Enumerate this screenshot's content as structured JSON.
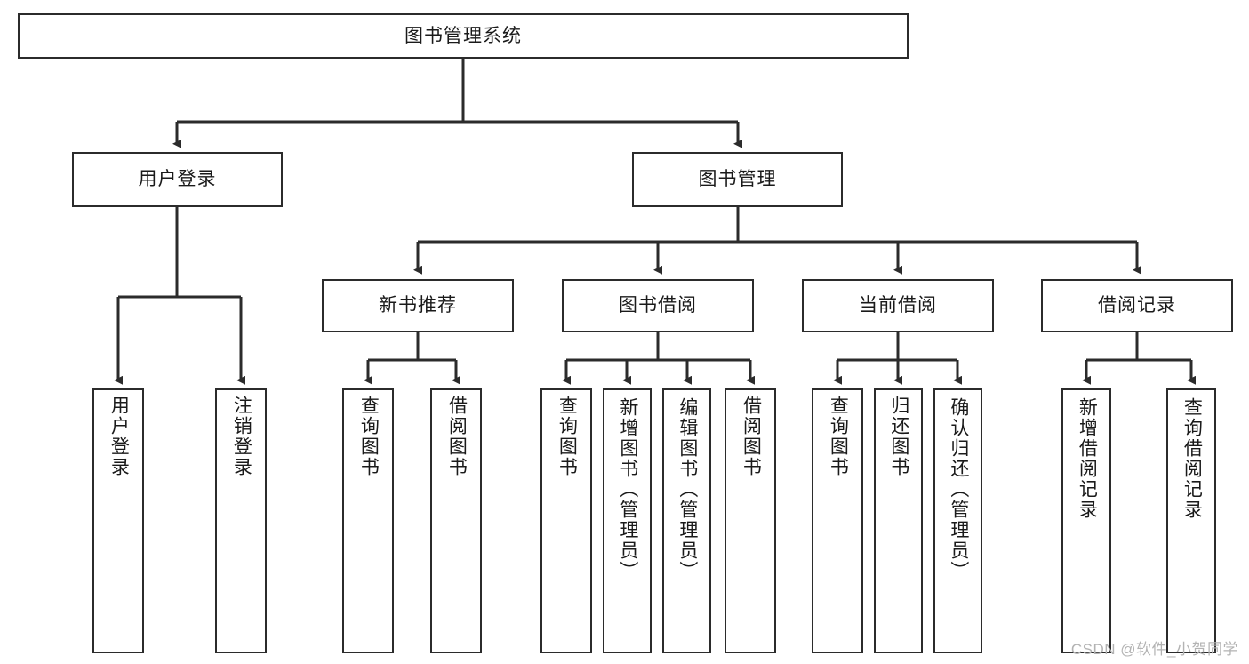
{
  "diagram": {
    "type": "tree",
    "title": "图书管理系统",
    "watermark": "CSDN @软件_小贺同学",
    "colors": {
      "stroke": "#2b2b2b",
      "fill": "#ffffff",
      "text": "#1a1a1a",
      "watermark": "#b3b3b3"
    },
    "root": {
      "label": "图书管理系统"
    },
    "level2": [
      {
        "label": "用户登录"
      },
      {
        "label": "图书管理"
      }
    ],
    "level3": [
      {
        "label": "新书推荐"
      },
      {
        "label": "图书借阅"
      },
      {
        "label": "当前借阅"
      },
      {
        "label": "借阅记录"
      }
    ],
    "leaves": {
      "user_login": [
        {
          "label": "用户登录"
        },
        {
          "label": "注销登录"
        }
      ],
      "new_book_recommend": [
        {
          "label": "查询图书"
        },
        {
          "label": "借阅图书"
        }
      ],
      "book_borrow": [
        {
          "label": "查询图书"
        },
        {
          "label": "新增图书（管理员）"
        },
        {
          "label": "编辑图书（管理员）"
        },
        {
          "label": "借阅图书"
        }
      ],
      "current_borrow": [
        {
          "label": "查询图书"
        },
        {
          "label": "归还图书"
        },
        {
          "label": "确认归还（管理员）"
        }
      ],
      "borrow_record": [
        {
          "label": "新增借阅记录"
        },
        {
          "label": "查询借阅记录"
        }
      ]
    }
  }
}
